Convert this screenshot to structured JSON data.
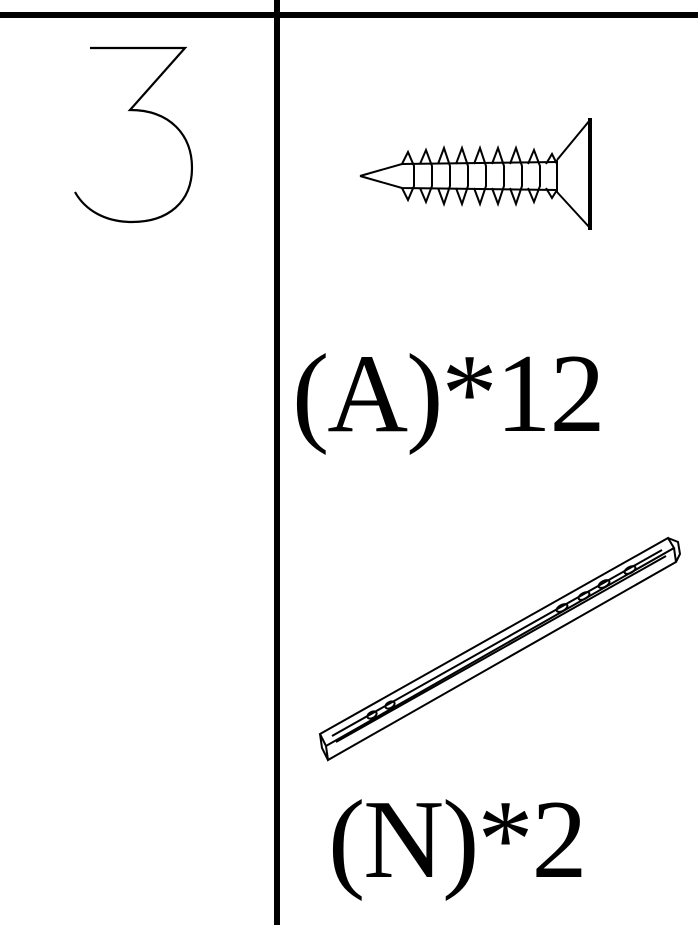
{
  "step": {
    "number": "3"
  },
  "parts": [
    {
      "id": "A",
      "label": "(A)*12",
      "icon": "countersunk-screw-icon"
    },
    {
      "id": "N",
      "label": "(N)*2",
      "icon": "drawer-slide-rail-icon"
    }
  ],
  "colors": {
    "ink": "#000000",
    "background": "#ffffff"
  }
}
